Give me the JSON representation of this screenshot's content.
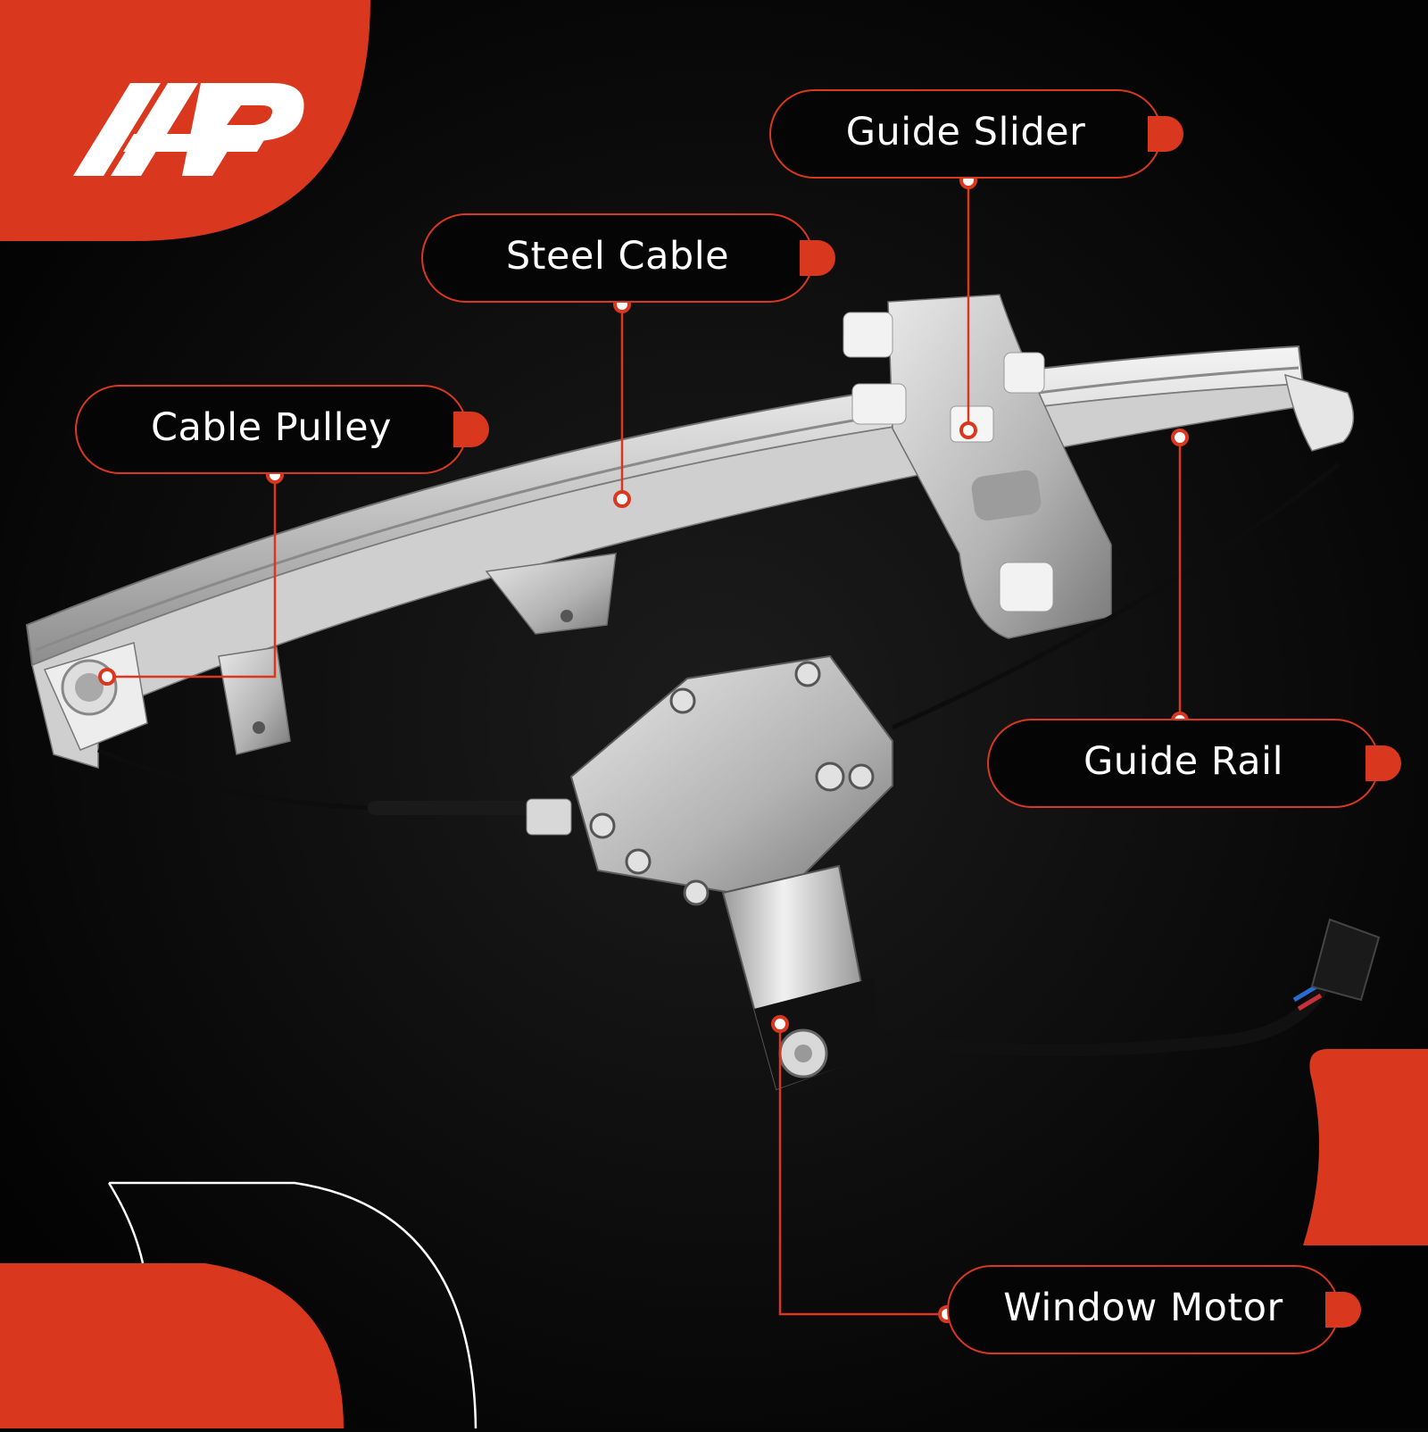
{
  "brand": {
    "logo": "a-premium-logo-icon",
    "accent": "#d9381e",
    "background": "#060606"
  },
  "callouts": {
    "guide_slider": "Guide Slider",
    "steel_cable": "Steel Cable",
    "cable_pulley": "Cable Pulley",
    "guide_rail": "Guide Rail",
    "window_motor": "Window Motor"
  }
}
